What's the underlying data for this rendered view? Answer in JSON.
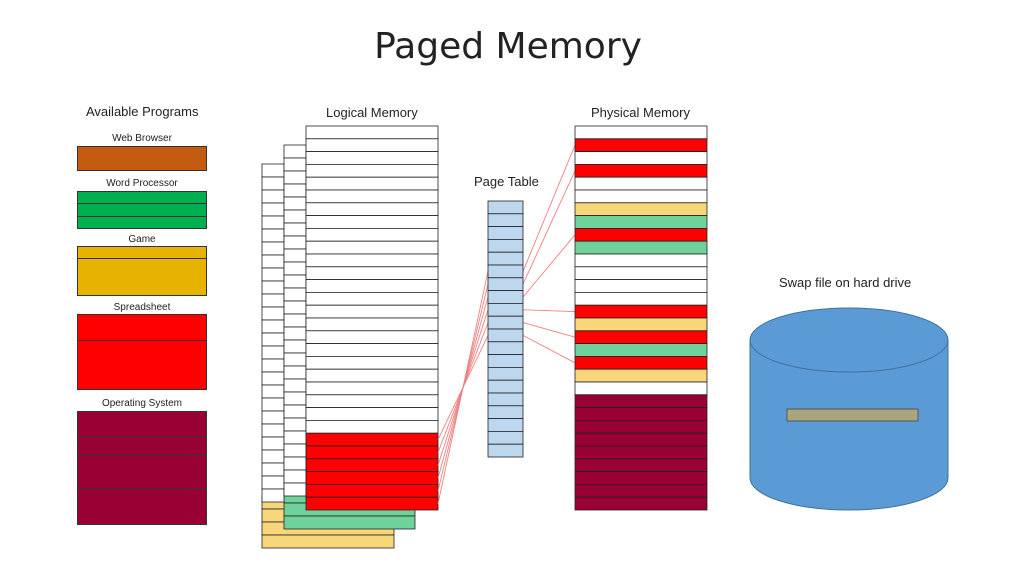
{
  "title": "Paged Memory",
  "headers": {
    "available_programs": "Available Programs",
    "logical_memory": "Logical Memory",
    "page_table": "Page Table",
    "physical_memory": "Physical Memory",
    "swap_file": "Swap file on hard drive"
  },
  "programs": [
    {
      "label": "Web Browser",
      "color": "#C55A11"
    },
    {
      "label": "Word Processor",
      "color": "#00B050"
    },
    {
      "label": "Game",
      "color": "#E6B400"
    },
    {
      "label": "Spreadsheet",
      "color": "#FF0000"
    },
    {
      "label": "Operating System",
      "color": "#990033"
    }
  ],
  "colors": {
    "web_browser": "#C55A11",
    "word_processor": "#00B050",
    "game": "#E6B400",
    "spreadsheet": "#FF0000",
    "operating_system": "#990033",
    "game_light": "#F8D77A",
    "word_light": "#6FD29A",
    "page_table": "#BDD7EE",
    "swap_drive": "#5B9BD5",
    "mapping_line": "#F08080"
  },
  "logical_memory_pages": 30,
  "physical_memory_frames": 30,
  "page_table_entries": 20,
  "physical_frames": [
    "white",
    "red",
    "white",
    "red",
    "white",
    "white",
    "game_light",
    "word_light",
    "red",
    "word_light",
    "white",
    "white",
    "white",
    "white",
    "red",
    "game_light",
    "red",
    "word_light",
    "red",
    "game_light",
    "white",
    "os",
    "os",
    "os",
    "os",
    "os",
    "os",
    "os",
    "os",
    "os"
  ]
}
